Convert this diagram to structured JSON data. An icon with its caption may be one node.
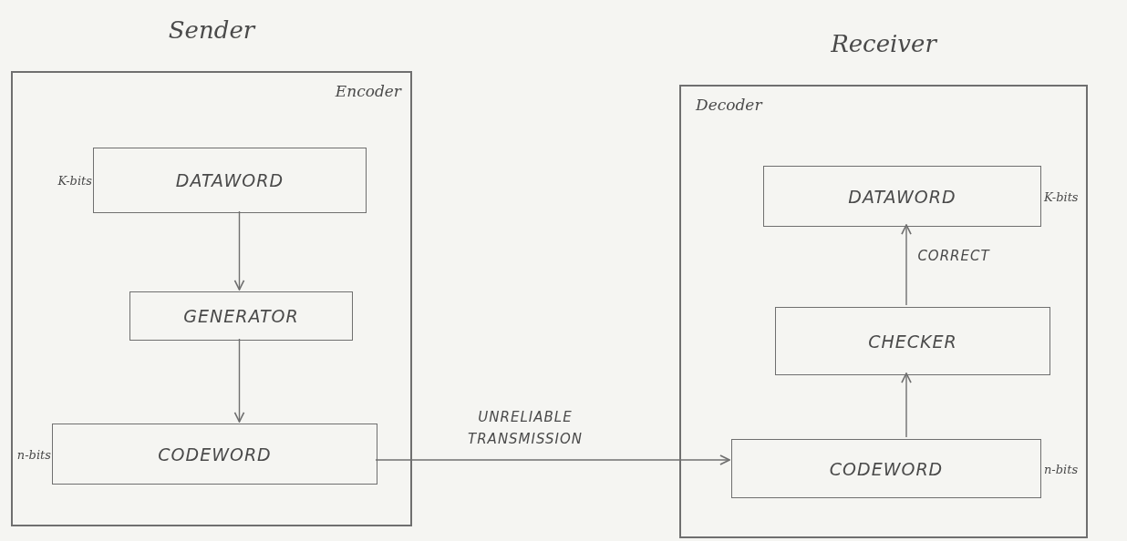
{
  "diagram": {
    "nodes": [
      {
        "text": [
          "Sender",
          "Encoder"
        ]
      },
      {
        "text": [
          "DATAWORD"
        ],
        "in": 0,
        "beside": [
          "K-bits"
        ]
      },
      {
        "text": [
          "GENERATOR"
        ],
        "in": 0
      },
      {
        "text": [
          "CODEWORD"
        ],
        "in": 0,
        "beside": [
          "n-bits"
        ]
      },
      {
        "text": [
          "Receiver",
          "Decoder"
        ]
      },
      {
        "text": [
          "DATAWORD"
        ],
        "in": 4,
        "beside": [
          "K-bits"
        ]
      },
      {
        "text": [
          "CHECKER"
        ],
        "in": 4
      },
      {
        "text": [
          "CODEWORD"
        ],
        "in": 4,
        "beside": [
          "n-bits"
        ]
      }
    ],
    "edges": [
      {
        "from": 1,
        "to": 2,
        "arrow": "to"
      },
      {
        "from": 2,
        "to": 3,
        "arrow": "to"
      },
      {
        "from": 3,
        "to": 7,
        "arrow": "to",
        "label": "UNRELIABLE TRANSMISSION"
      },
      {
        "from": 7,
        "to": 6,
        "arrow": "to"
      },
      {
        "from": 6,
        "to": 5,
        "arrow": "to",
        "label": "CORRECT"
      }
    ]
  }
}
